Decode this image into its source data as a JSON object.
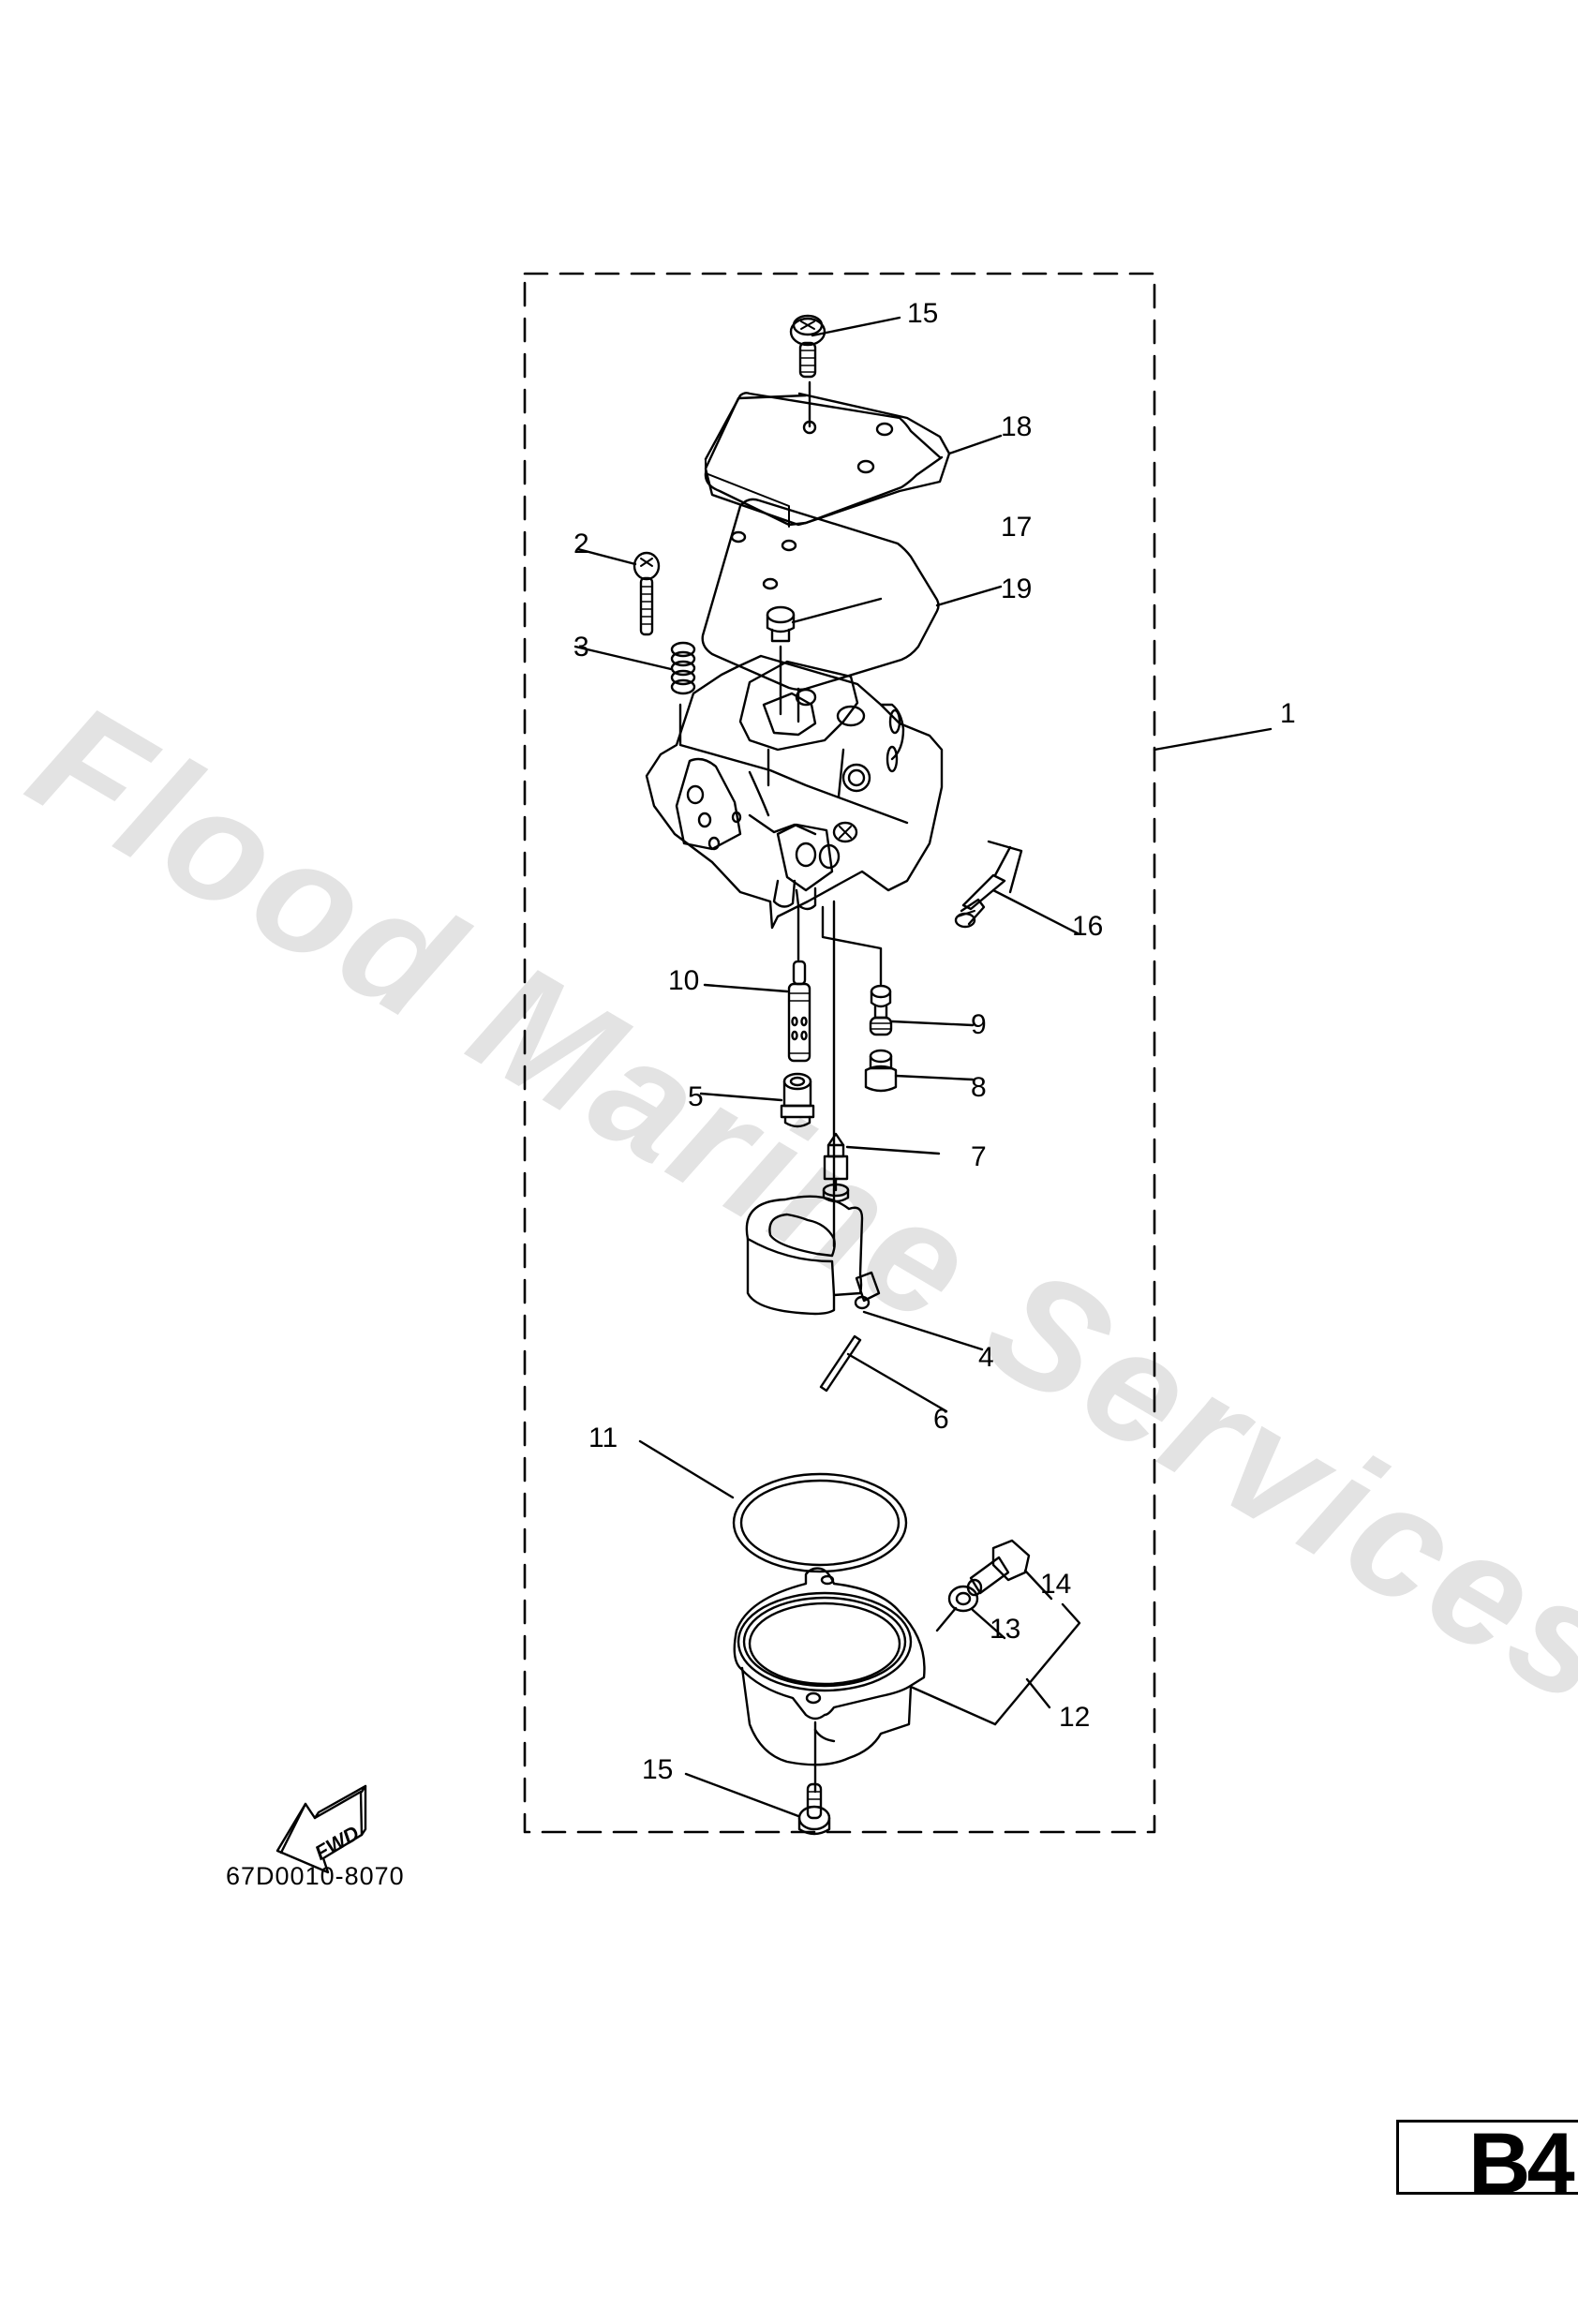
{
  "watermark": "Flood Marine Services",
  "diagram_code": "67D0010-8070",
  "page_tag": "B4",
  "fwd_label": "FWD",
  "colors": {
    "line": "#000000",
    "watermark": "#e3e3e3",
    "background": "#ffffff"
  },
  "callouts": [
    {
      "id": "c1",
      "label": "1",
      "part": "carburetor-assembly"
    },
    {
      "id": "c2",
      "label": "2",
      "part": "screw"
    },
    {
      "id": "c3",
      "label": "3",
      "part": "spring"
    },
    {
      "id": "c4",
      "label": "4",
      "part": "float"
    },
    {
      "id": "c5",
      "label": "5",
      "part": "main-jet-holder"
    },
    {
      "id": "c6",
      "label": "6",
      "part": "float-pin"
    },
    {
      "id": "c7",
      "label": "7",
      "part": "needle-valve"
    },
    {
      "id": "c8",
      "label": "8",
      "part": "plug"
    },
    {
      "id": "c9",
      "label": "9",
      "part": "pilot-jet"
    },
    {
      "id": "c10",
      "label": "10",
      "part": "main-nozzle"
    },
    {
      "id": "c11",
      "label": "11",
      "part": "gasket-o-ring"
    },
    {
      "id": "c12",
      "label": "12",
      "part": "float-chamber-kit"
    },
    {
      "id": "c13",
      "label": "13",
      "part": "gasket-washer"
    },
    {
      "id": "c14",
      "label": "14",
      "part": "drain-screw"
    },
    {
      "id": "c15a",
      "label": "15",
      "part": "screw-top"
    },
    {
      "id": "c15b",
      "label": "15",
      "part": "screw-bottom"
    },
    {
      "id": "c16",
      "label": "16",
      "part": "pilot-screw"
    },
    {
      "id": "c17",
      "label": "17",
      "part": "gasket-cover"
    },
    {
      "id": "c18",
      "label": "18",
      "part": "cover"
    },
    {
      "id": "c19",
      "label": "19",
      "part": "cap"
    }
  ]
}
